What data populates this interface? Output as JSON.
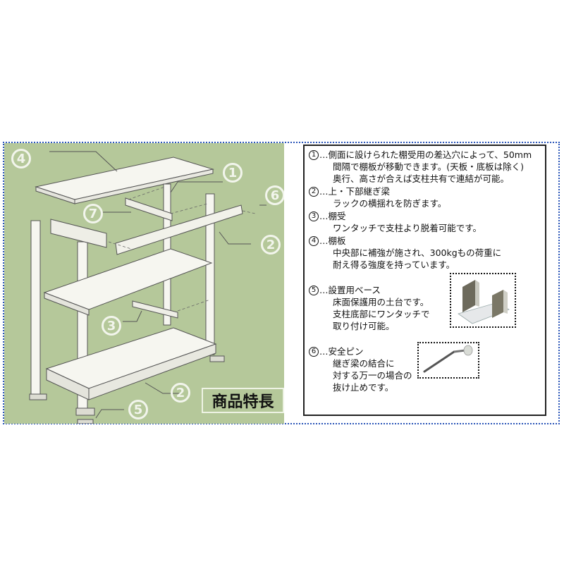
{
  "diagram": {
    "badge_title": "商品特長",
    "callouts": [
      {
        "num": "4",
        "label": "④"
      },
      {
        "num": "1",
        "label": "①"
      },
      {
        "num": "6",
        "label": "⑥"
      },
      {
        "num": "7",
        "label": "⑦"
      },
      {
        "num": "2",
        "label": "②"
      },
      {
        "num": "3",
        "label": "③"
      },
      {
        "num": "2",
        "label": "②"
      },
      {
        "num": "5",
        "label": "⑤"
      }
    ],
    "colors": {
      "background": "#b5c89a",
      "frame_border": "#2a55b8",
      "callout": "#f2f5ec"
    }
  },
  "features": [
    {
      "num": "1",
      "title": "側面に設けられた棚受用の差込穴によって、50mm",
      "lines": [
        "間隔で棚板が移動できます。(天板・底板は除く)",
        "奥行、高さが合えば支柱共有で連結が可能。"
      ]
    },
    {
      "num": "2",
      "title": "上・下部継ぎ梁",
      "lines": [
        "ラックの横揺れを防ぎます。"
      ]
    },
    {
      "num": "3",
      "title": "棚受",
      "lines": [
        "ワンタッチで支柱より脱着可能です。"
      ]
    },
    {
      "num": "4",
      "title": "棚板",
      "lines": [
        "中央部に補強が施され、300kgもの荷重に",
        "耐え得る強度を持っています。"
      ]
    },
    {
      "num": "5",
      "title": "設置用ベース",
      "lines": [
        "床面保護用の土台です。",
        "支柱底部にワンタッチで",
        "取り付け可能。"
      ],
      "image": "base-plate-photo"
    },
    {
      "num": "6",
      "title": "安全ピン",
      "lines": [
        "継ぎ梁の結合に",
        "対する万一の場合の",
        "抜け止めです。"
      ],
      "image": "safety-pin-photo"
    }
  ],
  "dots": "…"
}
